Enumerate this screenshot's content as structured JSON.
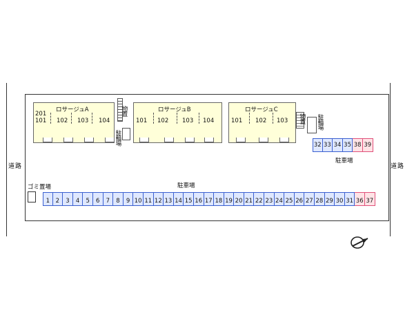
{
  "road_label": "道路",
  "buildings": [
    {
      "name": "ロサージュA",
      "units": [
        "201",
        "101",
        "102",
        "103",
        "104"
      ]
    },
    {
      "name": "ロサージュB",
      "units": [
        "101",
        "102",
        "103",
        "104"
      ]
    },
    {
      "name": "ロサージュC",
      "units": [
        "101",
        "102",
        "103"
      ]
    }
  ],
  "storage_label": "物置",
  "bike_label": "駐輪場",
  "garbage_label": "ゴミ置場",
  "parking_label": "駐車場",
  "parking_main": {
    "spaces": [
      "1",
      "2",
      "3",
      "4",
      "5",
      "6",
      "7",
      "8",
      "9",
      "10",
      "11",
      "12",
      "13",
      "14",
      "15",
      "16",
      "17",
      "18",
      "19",
      "20",
      "21",
      "22",
      "23",
      "24",
      "25",
      "26",
      "27",
      "28",
      "29",
      "30",
      "31",
      "36",
      "37"
    ],
    "highlighted": [
      "36",
      "37"
    ]
  },
  "parking_small": {
    "spaces": [
      "32",
      "33",
      "34",
      "35",
      "38",
      "39"
    ],
    "highlighted": [
      "38",
      "39"
    ]
  },
  "colors": {
    "building": "#ffffd9",
    "parking": "#dfe8ff",
    "parking_border": "#3a5fd0",
    "highlight": "#ffe3e6",
    "highlight_border": "#e0507a"
  },
  "icons": [
    "compass-icon"
  ]
}
